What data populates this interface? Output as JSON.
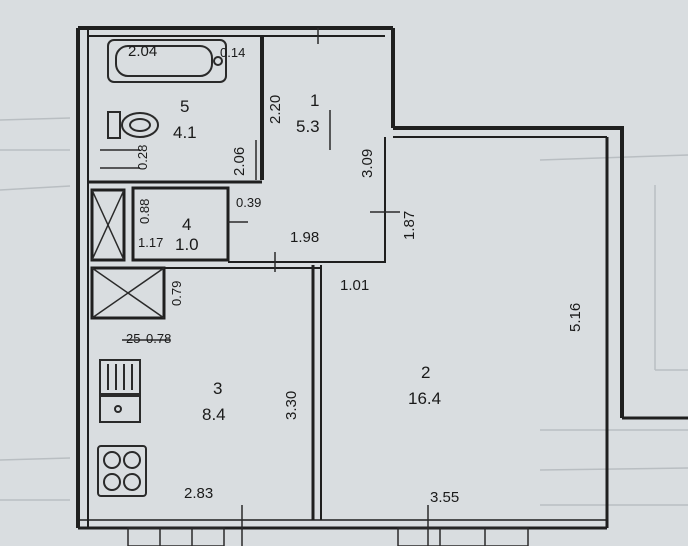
{
  "plan": {
    "colors": {
      "paper": "#d9dde0",
      "wall": "#1f1f1f",
      "line": "#2a2a2a",
      "faint": "#b7bcc0"
    },
    "rooms": [
      {
        "id": "1",
        "number": "1",
        "area": "5.3"
      },
      {
        "id": "2",
        "number": "2",
        "area": "16.4"
      },
      {
        "id": "3",
        "number": "3",
        "area": "8.4"
      },
      {
        "id": "4",
        "number": "4",
        "area": "1.0"
      },
      {
        "id": "5",
        "number": "5",
        "area": "4.1"
      }
    ],
    "dimensions": {
      "bath_length": "2.04",
      "bath_end": "0.14",
      "corridor_width_vertical": "2.20",
      "bath_wall": "2.06",
      "bath_small": "0.28",
      "corridor_height": "3.09",
      "wc_width": "0.39",
      "wc_depth": "0.88",
      "wc_height": "1.17",
      "corridor_length": "1.98",
      "opening": "1.87",
      "doorway": "1.01",
      "room2_length": "5.16",
      "shaft": "0.79",
      "kitchen_small": "0.78",
      "kitchen_tiny": "25",
      "kitchen_length": "3.30",
      "kitchen_width": "2.83",
      "room2_width": "3.55"
    }
  }
}
